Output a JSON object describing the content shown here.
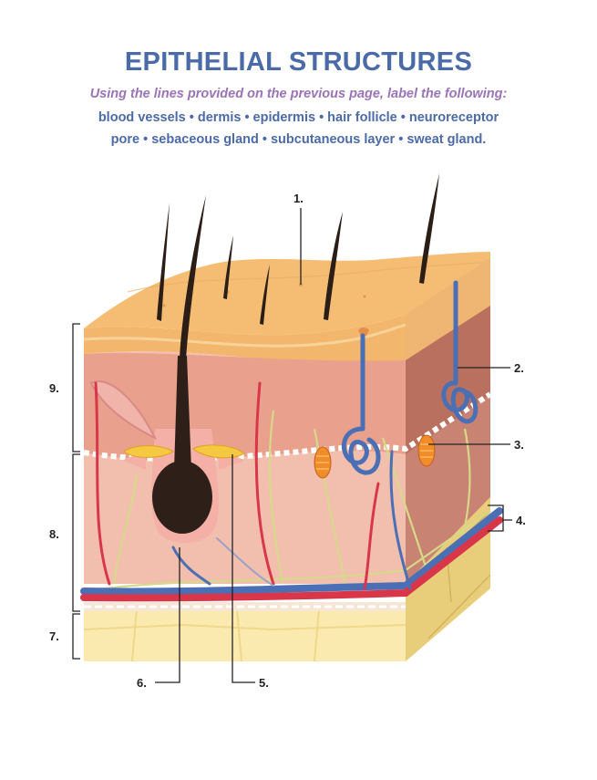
{
  "title": "EPITHELIAL STRUCTURES",
  "instructions": "Using the lines provided on the previous page, label the following:",
  "term_lines": [
    "blood vessels • dermis • epidermis • hair follicle • neuroreceptor",
    "pore • sebaceous gland • subcutaneous layer • sweat gland."
  ],
  "labels": {
    "n1": "1.",
    "n2": "2.",
    "n3": "3.",
    "n4": "4.",
    "n5": "5.",
    "n6": "6.",
    "n7": "7.",
    "n8": "8.",
    "n9": "9."
  },
  "colors": {
    "title": "#4b6aa8",
    "instructions": "#9b73b8",
    "epidermis": "#f2b66c",
    "dermis": "#f2bfae",
    "subcutaneous": "#fbeab0",
    "artery": "#d9364a",
    "vein": "#4b6fb5",
    "nerve": "#d6d98a"
  }
}
